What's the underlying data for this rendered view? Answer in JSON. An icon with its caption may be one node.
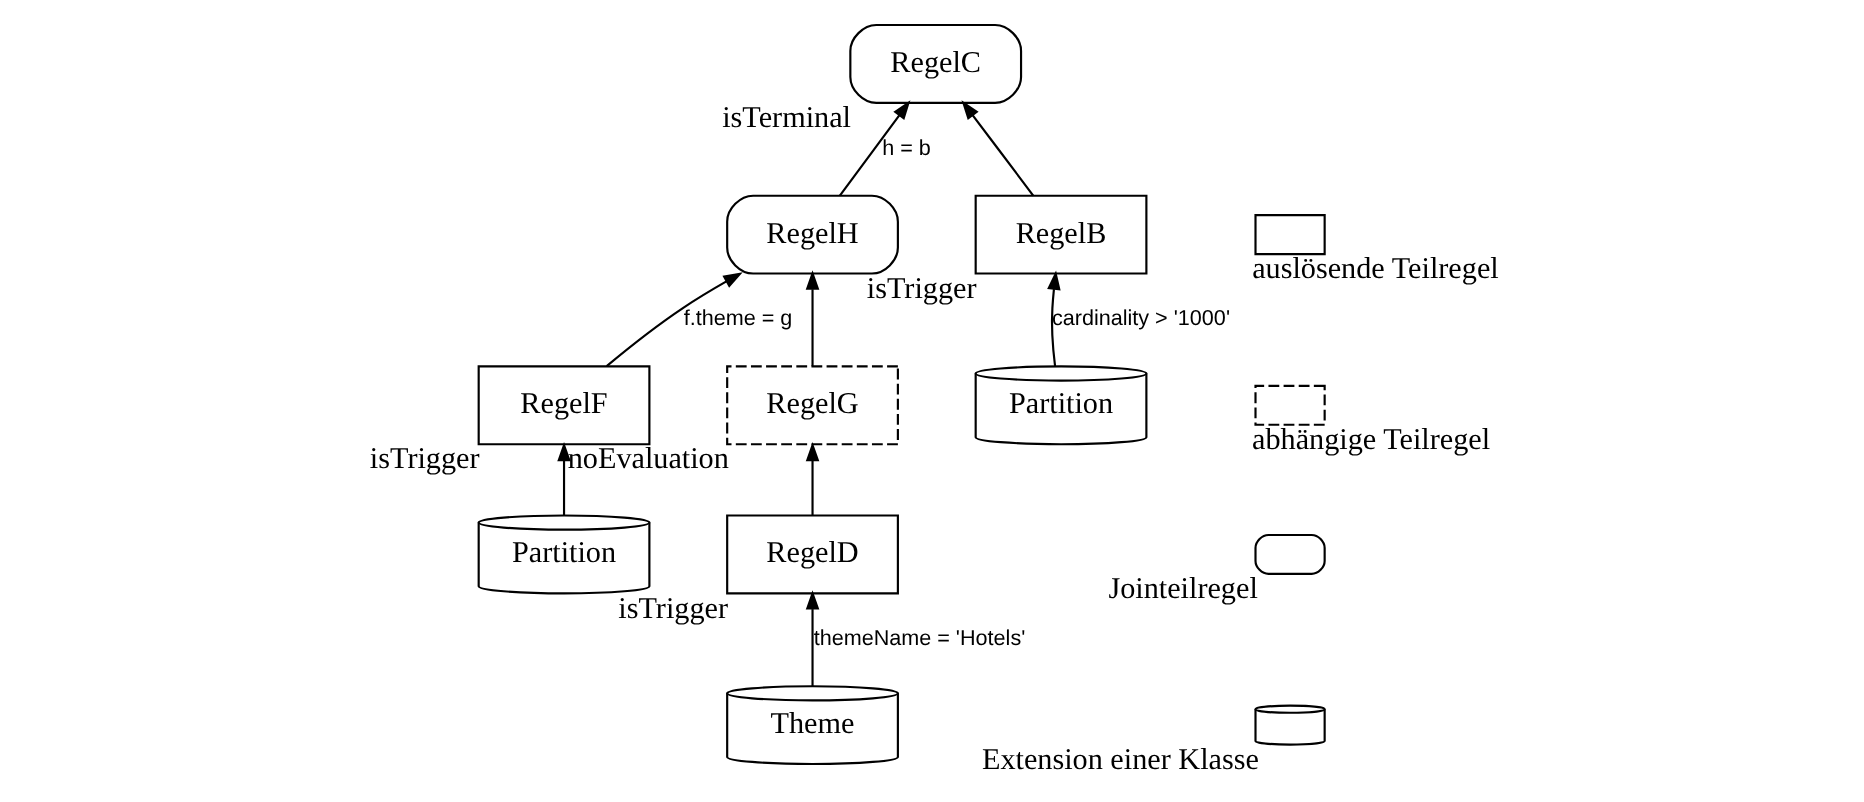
{
  "diagram": {
    "nodes": [
      {
        "text": [
          "RegelC"
        ],
        "beside": [
          "isTerminal"
        ]
      },
      {
        "text": [
          "RegelH"
        ]
      },
      {
        "text": [
          "RegelB"
        ],
        "beside": [
          "isTrigger"
        ]
      },
      {
        "text": [
          "RegelF"
        ],
        "beside": [
          "isTrigger"
        ]
      },
      {
        "text": [
          "RegelG"
        ],
        "beside": [
          "noEvaluation"
        ]
      },
      {
        "text": [
          "Partition"
        ]
      },
      {
        "text": [
          "RegelD"
        ],
        "beside": [
          "isTrigger"
        ]
      },
      {
        "text": [
          "Partition"
        ]
      },
      {
        "text": [
          "Theme"
        ]
      }
    ],
    "edges": [
      {
        "from": 1,
        "to": 0,
        "arrow": "to",
        "label": "h = b"
      },
      {
        "from": 2,
        "to": 0,
        "arrow": "to"
      },
      {
        "from": 3,
        "to": 1,
        "arrow": "to",
        "label": "f.theme = g"
      },
      {
        "from": 4,
        "to": 1,
        "arrow": "to"
      },
      {
        "from": 7,
        "to": 2,
        "arrow": "to",
        "label": "cardinality > '1000'"
      },
      {
        "from": 5,
        "to": 3,
        "arrow": "to"
      },
      {
        "from": 6,
        "to": 4,
        "arrow": "to"
      },
      {
        "from": 8,
        "to": 6,
        "arrow": "to",
        "label": "themeName = 'Hotels'"
      }
    ],
    "legend": [
      {
        "text": "auslösende Teilregel"
      },
      {
        "text": "abhängige Teilregel"
      },
      {
        "text": "Jointeilregel"
      },
      {
        "text": "Extension einer Klasse"
      }
    ]
  }
}
